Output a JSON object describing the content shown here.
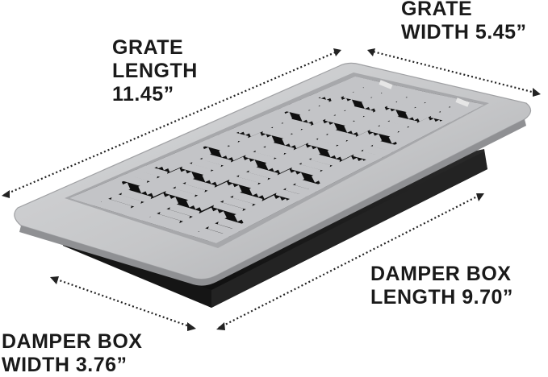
{
  "annotations": {
    "grate_length": {
      "line1": "GRATE",
      "line2": "LENGTH",
      "line3": "11.45”"
    },
    "grate_width": {
      "line1": "GRATE",
      "line2": "WIDTH 5.45”"
    },
    "damper_box_length": {
      "line1": "DAMPER BOX",
      "line2": "LENGTH 9.70”"
    },
    "damper_box_width": {
      "line1": "DAMPER BOX",
      "line2": "WIDTH 3.76”"
    }
  },
  "colors": {
    "frame": "#c9cacc",
    "frame_shadow": "#8d8e91",
    "grille_bars": "#bfc0c3",
    "opening": "#111111",
    "damper_box": "#1c1c1c",
    "dimension_line": "#222222"
  }
}
